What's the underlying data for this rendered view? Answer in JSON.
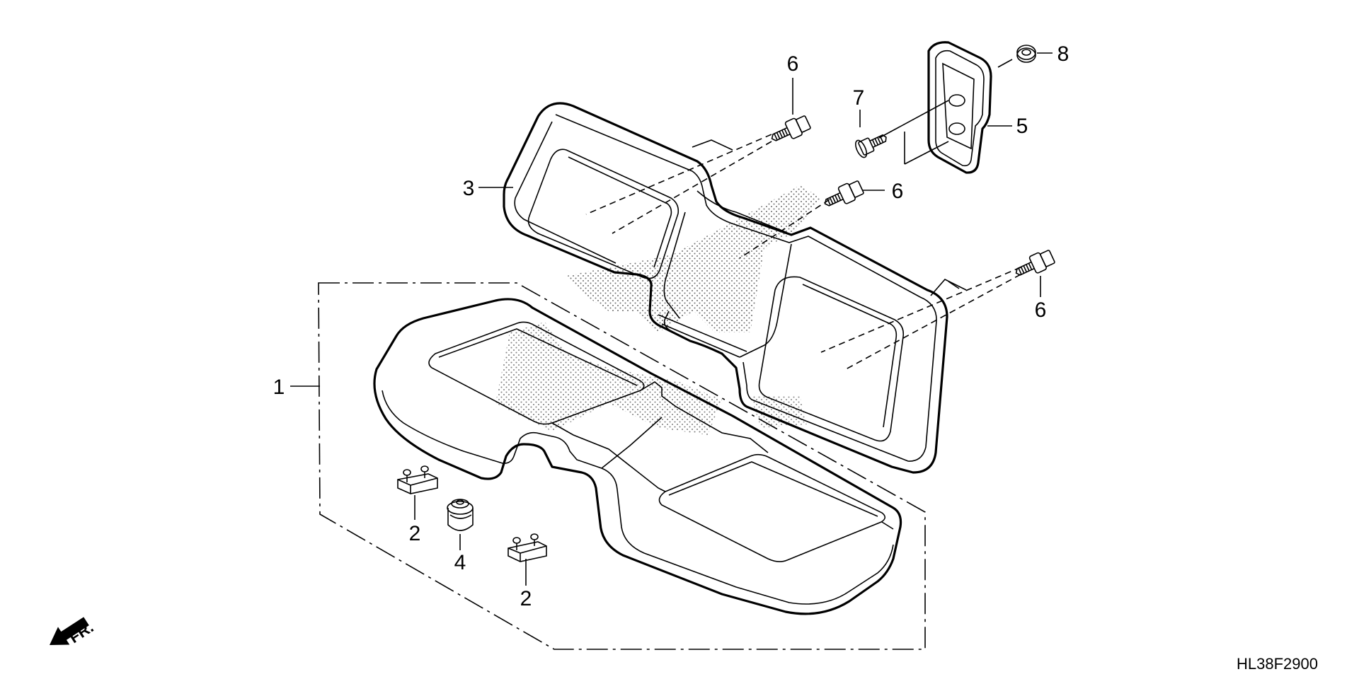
{
  "diagram": {
    "diagram_code": "HL38F2900",
    "direction_label": "FR.",
    "callouts": {
      "seat_assembly": "1",
      "clip_left": "2",
      "clip_right": "2",
      "backrest": "3",
      "rubber_grommet": "4",
      "bracket": "5",
      "bolt_top": "6",
      "bolt_middle": "6",
      "bolt_right": "6",
      "bolt_bracket": "7",
      "nut": "8"
    }
  }
}
